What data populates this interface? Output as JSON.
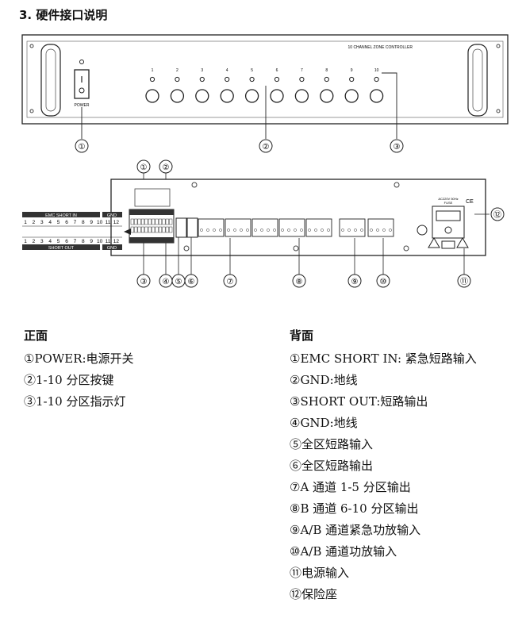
{
  "heading": "3.  硬件接口说明",
  "front": {
    "model_label": "10 CHANNEL ZONE CONTROLLER",
    "power_label": "POWER",
    "key_numbers": [
      "1",
      "2",
      "3",
      "4",
      "5",
      "6",
      "7",
      "8",
      "9",
      "10"
    ],
    "callouts": [
      "①",
      "②",
      "③"
    ]
  },
  "rear": {
    "callouts_top": [
      "①",
      "②"
    ],
    "callouts_bottom": [
      "③",
      "④",
      "⑤",
      "⑥",
      "⑦",
      "⑧",
      "⑨",
      "⑩",
      "⑪"
    ],
    "callout_right": "⑫",
    "emc_label": "EMC SHORT IN",
    "gnd_label": "GND",
    "short_out_label": "SHORT OUT",
    "terminal_numbers": [
      "1",
      "2",
      "3",
      "4",
      "5",
      "6",
      "7",
      "8",
      "9",
      "10",
      "11",
      "12"
    ],
    "ac_label": "AC220V 50Hz",
    "fuse_label": "FUSE",
    "ce_label": "CE"
  },
  "legend_front": {
    "title": "正面",
    "items": [
      "①POWER:电源开关",
      "②1-10 分区按键",
      "③1-10 分区指示灯"
    ]
  },
  "legend_rear": {
    "title": "背面",
    "items": [
      "①EMC SHORT IN: 紧急短路输入",
      "②GND:地线",
      "③SHORT OUT:短路输出",
      "④GND:地线",
      "⑤全区短路输入",
      "⑥全区短路输出",
      "⑦A 通道 1-5 分区输出",
      "⑧B 通道 6-10 分区输出",
      "⑨A/B 通道紧急功放输入",
      "⑩A/B 通道功放输入",
      "⑪电源输入",
      "⑫保险座"
    ]
  }
}
